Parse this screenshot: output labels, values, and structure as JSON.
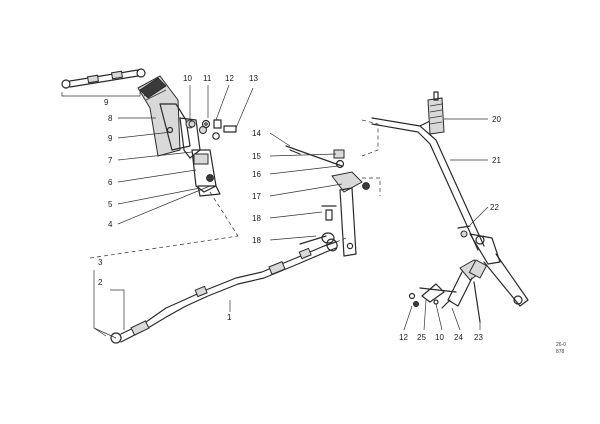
{
  "callouts": [
    {
      "id": "c9",
      "text": "9"
    },
    {
      "id": "c10a",
      "text": "10"
    },
    {
      "id": "c11",
      "text": "11"
    },
    {
      "id": "c12a",
      "text": "12"
    },
    {
      "id": "c13",
      "text": "13"
    },
    {
      "id": "c8",
      "text": "8"
    },
    {
      "id": "c9b",
      "text": "9"
    },
    {
      "id": "c7",
      "text": "7"
    },
    {
      "id": "c6",
      "text": "6"
    },
    {
      "id": "c5",
      "text": "5"
    },
    {
      "id": "c4",
      "text": "4"
    },
    {
      "id": "c3",
      "text": "3"
    },
    {
      "id": "c2",
      "text": "2"
    },
    {
      "id": "c1",
      "text": "1"
    },
    {
      "id": "c14",
      "text": "14"
    },
    {
      "id": "c15",
      "text": "15"
    },
    {
      "id": "c16",
      "text": "16"
    },
    {
      "id": "c17",
      "text": "17"
    },
    {
      "id": "c18",
      "text": "18"
    },
    {
      "id": "c19",
      "text": "18"
    },
    {
      "id": "c20",
      "text": "20"
    },
    {
      "id": "c21",
      "text": "21"
    },
    {
      "id": "c22",
      "text": "22"
    },
    {
      "id": "c12b",
      "text": "12"
    },
    {
      "id": "c25",
      "text": "25"
    },
    {
      "id": "c10b",
      "text": "10"
    },
    {
      "id": "c24",
      "text": "24"
    },
    {
      "id": "c23",
      "text": "23"
    }
  ],
  "drawing_code": {
    "line1": "26-0",
    "line2": "878"
  }
}
